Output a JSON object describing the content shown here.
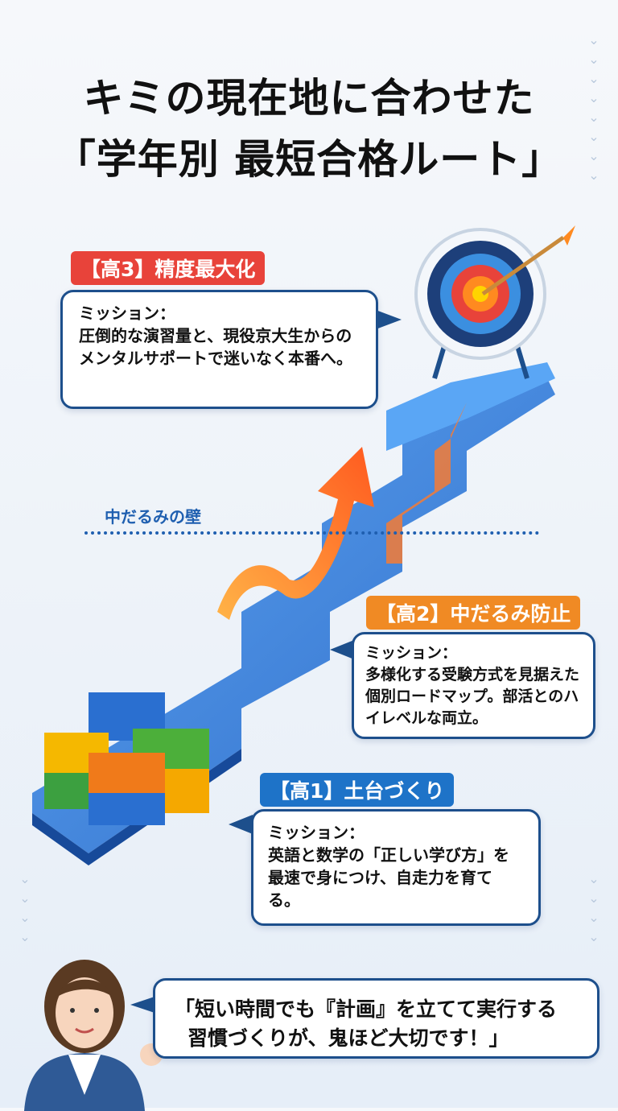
{
  "title": {
    "line1": "キミの現在地に合わせた",
    "line2": "「学年別 最短合格ルート」"
  },
  "stages": [
    {
      "badge": "【高3】精度最大化",
      "mission_label": "ミッション：",
      "text": "圧倒的な演習量と、現役京大生からのメンタルサポートで迷いなく本番へ。",
      "color": "#e8433a"
    },
    {
      "badge": "【高2】中だるみ防止",
      "mission_label": "ミッション：",
      "text": "多様化する受験方式を見据えた個別ロードマップ。部活とのハイレベルな両立。",
      "color": "#f08a24"
    },
    {
      "badge": "【高1】土台づくり",
      "mission_label": "ミッション：",
      "text": "英語と数学の「正しい学び方」を最速で身につけ、自走力を育てる。",
      "color": "#1e73c8"
    }
  ],
  "wall_label": "中だるみの壁",
  "quote": {
    "line1": "「短い時間でも『計画』を立てて実行する",
    "line2": "習慣づくりが、鬼ほど大切です！」"
  }
}
